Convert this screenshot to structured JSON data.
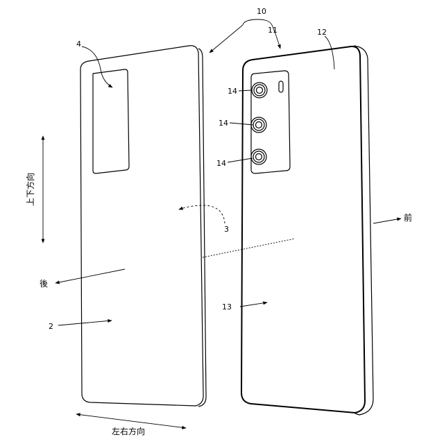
{
  "reference_numerals": {
    "n10": "10",
    "n11": "11",
    "n12": "12",
    "n4": "4",
    "n14_a": "14",
    "n14_b": "14",
    "n14_c": "14",
    "n3": "3",
    "n13": "13",
    "n2": "2"
  },
  "directions": {
    "vertical": "上下方向",
    "horizontal": "左右方向",
    "front": "前",
    "rear": "後"
  }
}
